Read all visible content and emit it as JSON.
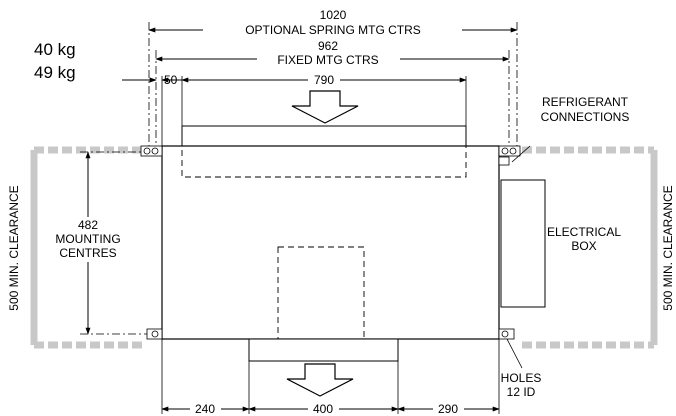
{
  "weights": {
    "line1": "40 kg",
    "line2": "49 kg"
  },
  "dims": {
    "spring_ctrs_value": "1020",
    "spring_ctrs_label": "OPTIONAL SPRING MTG CTRS",
    "fixed_ctrs_value": "962",
    "fixed_ctrs_label": "FIXED MTG CTRS",
    "offset_50": "50",
    "top_width": "790",
    "mounting_centres_value": "482",
    "mounting_centres_line1": "MOUNTING",
    "mounting_centres_line2": "CENTRES",
    "bottom_left": "240",
    "bottom_center": "400",
    "bottom_right": "290"
  },
  "labels": {
    "refrigerant_line1": "REFRIGERANT",
    "refrigerant_line2": "CONNECTIONS",
    "electrical_line1": "ELECTRICAL",
    "electrical_line2": "BOX",
    "holes_line1": "HOLES",
    "holes_line2": "12 ID",
    "clearance_left": "500 MIN. CLEARANCE",
    "clearance_right": "500 MIN. CLEARANCE"
  },
  "colors": {
    "clearance_gray": "#c8c8c8",
    "line": "#000000"
  }
}
